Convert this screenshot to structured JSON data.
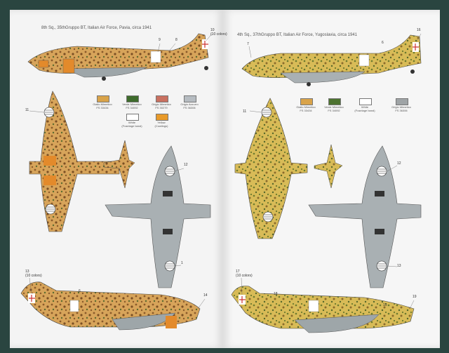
{
  "left_page": {
    "caption": "8th Sq., 35thGruppo BT, Italian Air Force, Pavia, circa 1941",
    "callouts": [
      "9",
      "8",
      "10\n(10 colors)",
      "11",
      "12",
      "13\n(10 colors)",
      "14",
      "6",
      "1"
    ],
    "swatches": [
      {
        "label": "Giallo Mimetico\nFS 33434",
        "color": "#d9a349"
      },
      {
        "label": "Verde Mimetico\nFS 34092",
        "color": "#3e6b2c"
      },
      {
        "label": "Grigio Mimetico\nFS 30279",
        "color": "#c97060"
      },
      {
        "label": "Grigio Azzurro\nFS 36306",
        "color": "#b6bcc1"
      },
      {
        "label": "White\n(Fuselage band)",
        "color": "#ffffff"
      },
      {
        "label": "Yellow\n(Cowlings)",
        "color": "#e89a2a"
      }
    ]
  },
  "right_page": {
    "caption": "4th Sq., 37thGruppo BT, Italian Air Force, Yugoslavia, circa 1941",
    "callouts": [
      "7",
      "6",
      "16",
      "17\n(10 colors)",
      "18",
      "12",
      "13",
      "11",
      "15",
      "19"
    ],
    "swatches": [
      {
        "label": "Giallo Mimetico\nFS 33434",
        "color": "#d9a349"
      },
      {
        "label": "Verde Mimetico\nFS 34092",
        "color": "#4d7330"
      },
      {
        "label": "White\n(Fuselage band)",
        "color": "#ffffff"
      },
      {
        "label": "Grigio Mimetico\nFS 36306",
        "color": "#9fa4a6"
      }
    ]
  },
  "colors": {
    "mat": "#2a4540",
    "sand": "#d8ac5e",
    "brown": "#8a5a2a",
    "green": "#4f6a2a",
    "grey": "#a9b0b3",
    "orange": "#e38a2b"
  }
}
